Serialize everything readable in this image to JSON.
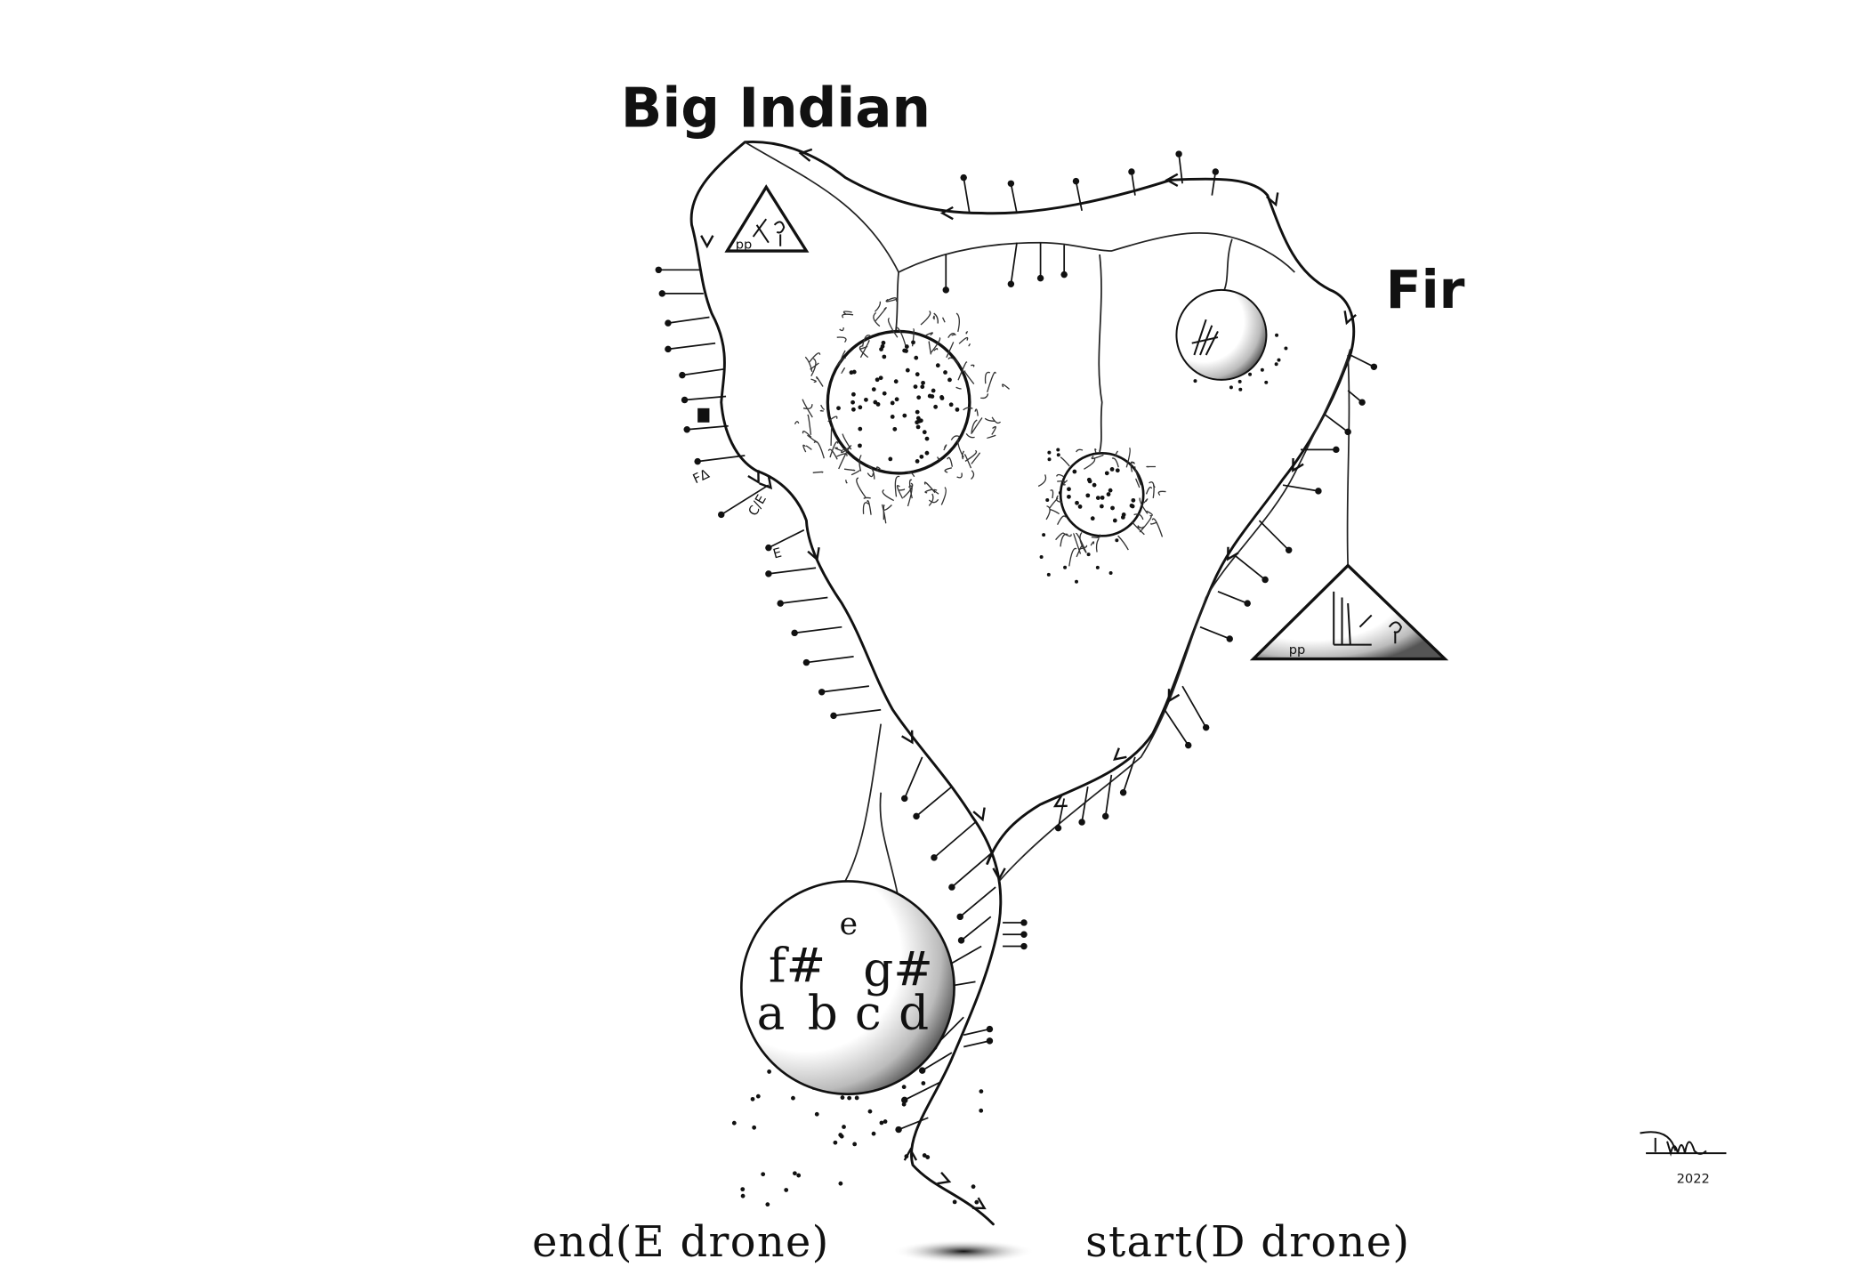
{
  "places": {
    "big_indian": "Big Indian",
    "fir": "Fir"
  },
  "drones": {
    "end": "end(E drone)",
    "start": "start(D drone)"
  },
  "pitch_circle": {
    "top": "e",
    "middle": [
      "f#",
      "g#"
    ],
    "bottom": [
      "a",
      "b",
      "c",
      "d"
    ]
  },
  "chord_marks": {
    "f_major7": "FΔ",
    "c_over_e": "C/E",
    "e": "E"
  },
  "dynamics": {
    "top_triangle": "pp",
    "right_triangle": "pp"
  },
  "signature": {
    "year": "2022"
  },
  "colors": {
    "ink": "#111111",
    "paper": "#ffffff"
  }
}
